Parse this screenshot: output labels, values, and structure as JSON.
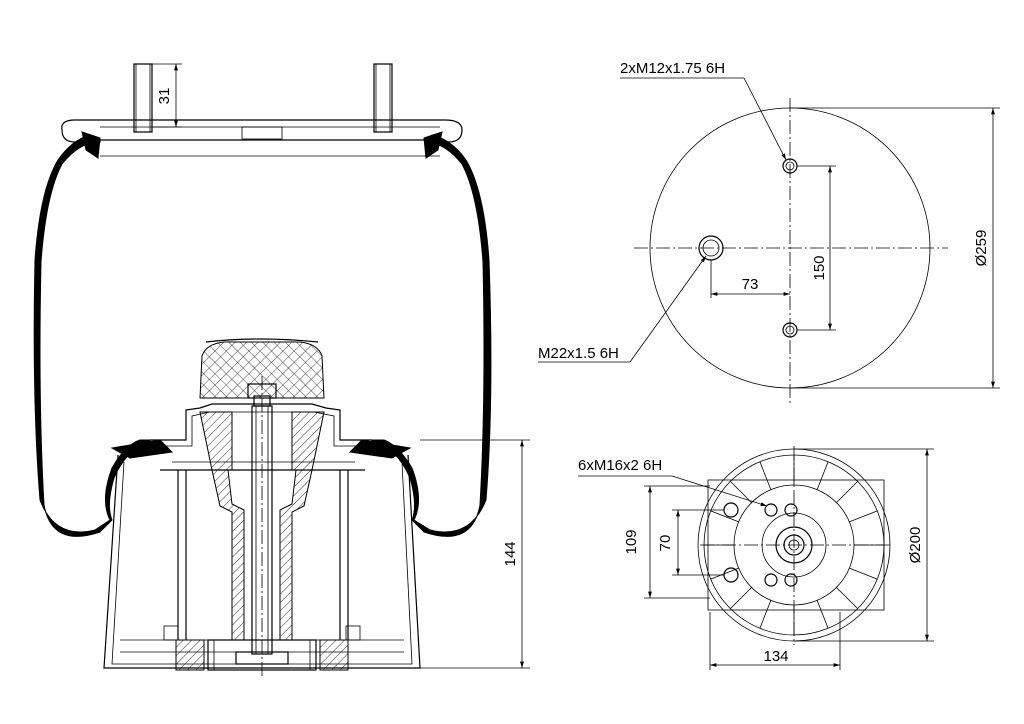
{
  "dimensions": {
    "stud_height": "31",
    "height_144": "144",
    "top_thread": "2xM12x1.75 6H",
    "center_thread": "M22x1.5 6H",
    "offset_73": "73",
    "spacing_150": "150",
    "top_diameter": "Ø259",
    "bottom_thread": "6xM16x2 6H",
    "bottom_109": "109",
    "bottom_70": "70",
    "bottom_134": "134",
    "bottom_diameter": "Ø200"
  }
}
